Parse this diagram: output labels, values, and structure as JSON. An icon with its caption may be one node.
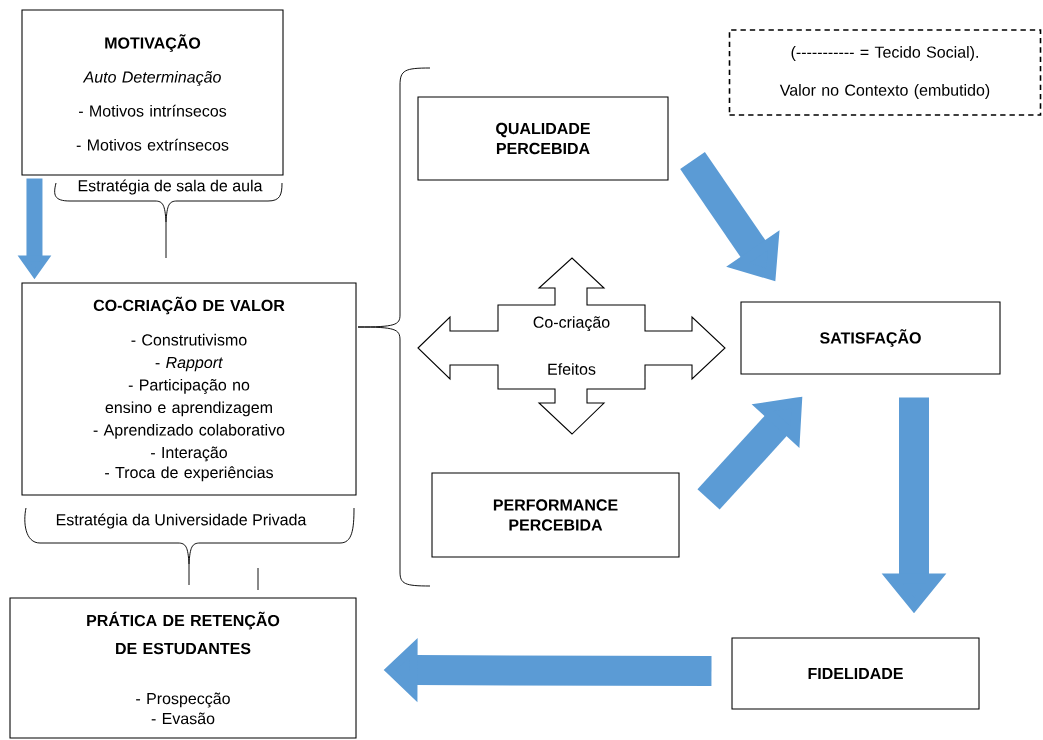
{
  "diagram": {
    "nodes": [
      {
        "text": [
          "MOTIVAÇÃO",
          "*Auto Determinação*",
          "- Motivos intrínsecos",
          "- Motivos extrínsecos"
        ]
      },
      {
        "text": [
          "CO-CRIAÇÃO DE VALOR",
          "- Construtivismo",
          "- *Rapport*",
          "- Participação no ensino e aprendizagem",
          "- Aprendizado colaborativo",
          "- Interação",
          "- Troca de experiências"
        ]
      },
      {
        "text": [
          "PRÁTICA DE RETENÇÃO DE ESTUDANTES",
          "- Prospecção",
          "- Evasão"
        ]
      },
      {
        "text": [
          "(----------- = Tecido Social).",
          "Valor no Contexto (embutido)"
        ]
      },
      {
        "text": [
          "QUALIDADE PERCEBIDA"
        ]
      },
      {
        "text": [
          "Co-criação",
          "Efeitos"
        ]
      },
      {
        "text": [
          "SATISFAÇÃO"
        ]
      },
      {
        "text": [
          "PERFORMANCE PERCEBIDA"
        ]
      },
      {
        "text": [
          "FIDELIDADE"
        ]
      }
    ],
    "edges": [
      {
        "from": 0,
        "to": 1,
        "arrow": "to"
      },
      {
        "from": 4,
        "to": 6,
        "arrow": "to"
      },
      {
        "from": 7,
        "to": 6,
        "arrow": "to"
      },
      {
        "from": 6,
        "to": 8,
        "arrow": "to"
      },
      {
        "from": 8,
        "to": 2,
        "arrow": "to"
      }
    ],
    "labels": [
      "Estratégia de sala de aula",
      "Estratégia da Universidade Privada"
    ]
  }
}
